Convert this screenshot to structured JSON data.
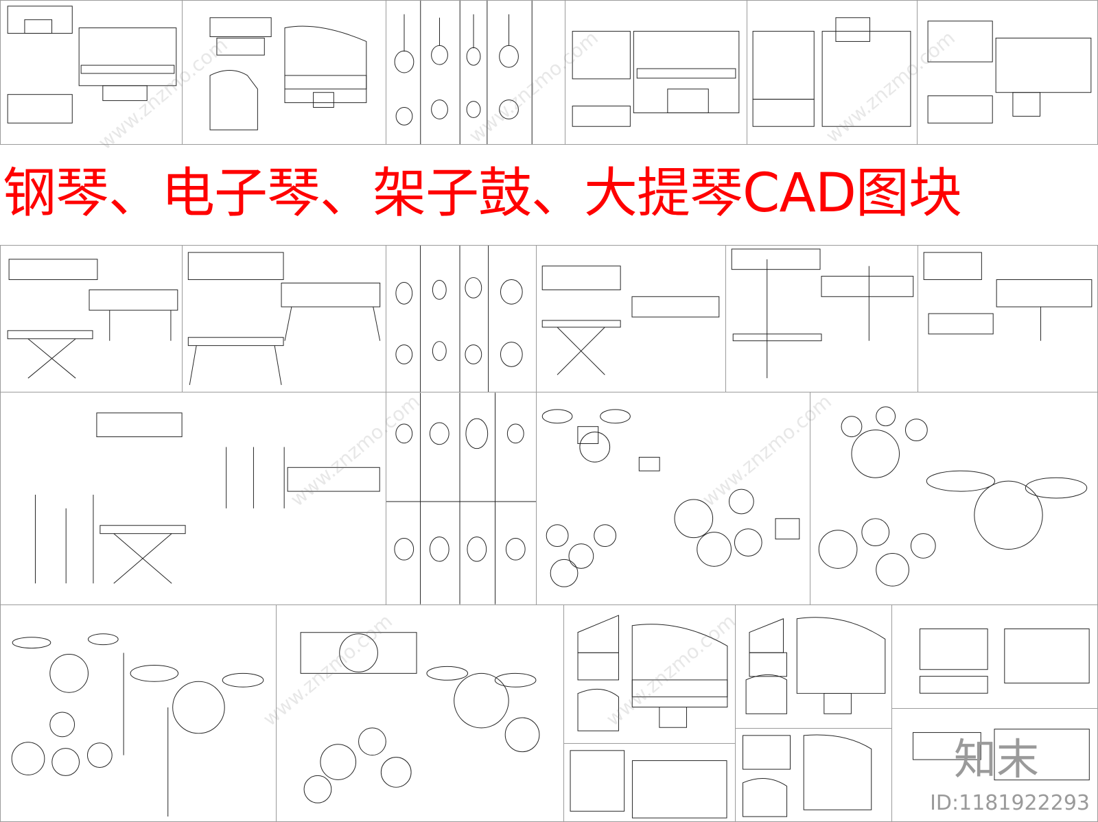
{
  "title": "钢琴、电子琴、架子鼓、大提琴CAD图块",
  "watermark": "www.znzmo.com",
  "logo": "知末",
  "id_label": "ID:1181922293",
  "colors": {
    "title": "#ff0000",
    "lines": "#222222",
    "grid": "#9a9a9a"
  }
}
